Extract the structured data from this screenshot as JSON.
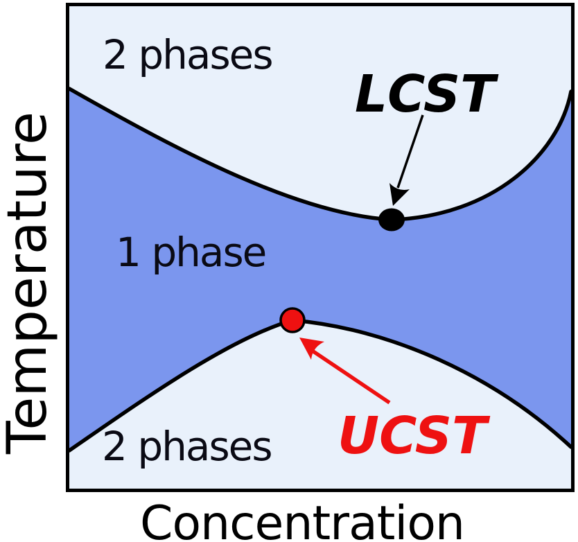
{
  "figure": {
    "y_axis_label": "Temperature",
    "x_axis_label": "Concentration"
  },
  "regions": {
    "top_two_phase_label": "2 phases",
    "middle_one_phase_label": "1 phase",
    "bottom_two_phase_label": "2 phases"
  },
  "annotations": {
    "lcst_label": "LCST",
    "ucst_label": "UCST"
  },
  "colors": {
    "two_phase_region": "#e9f1fb",
    "one_phase_region": "#7b96ee",
    "binodal_curve": "#000000",
    "lcst_point": "#000000",
    "lcst_label_color": "#000000",
    "ucst_point": "#ee1111",
    "ucst_label_color": "#ee1111",
    "axis_box": "#000000"
  },
  "chart_data": {
    "type": "area",
    "title": "",
    "xlabel": "Concentration",
    "ylabel": "Temperature",
    "numeric_axes": false,
    "x_ticks": [],
    "y_ticks": [],
    "regions": [
      {
        "label": "2 phases",
        "location": "above upper binodal curve (high temperature)"
      },
      {
        "label": "1 phase",
        "location": "band between the two binodal curves (miscible region)"
      },
      {
        "label": "2 phases",
        "location": "below lower binodal dome (low temperature)"
      }
    ],
    "curves": [
      {
        "name": "LCST binodal (upper curve)",
        "shape": "concave-up, descending from upper-left, minimum near center-right, rising steeply to upper-right",
        "minimum_fraction": {
          "x": 0.64,
          "y": 0.44
        }
      },
      {
        "name": "UCST binodal (lower curve)",
        "shape": "concave-down dome from lower-left to lower-right with maximum left of center",
        "maximum_fraction": {
          "x": 0.44,
          "y": 0.65
        }
      }
    ],
    "critical_points": [
      {
        "name": "LCST",
        "marker": "filled black circle",
        "position": "minimum of upper binodal curve"
      },
      {
        "name": "UCST",
        "marker": "red circle with black outline",
        "position": "maximum of lower binodal dome"
      }
    ]
  }
}
